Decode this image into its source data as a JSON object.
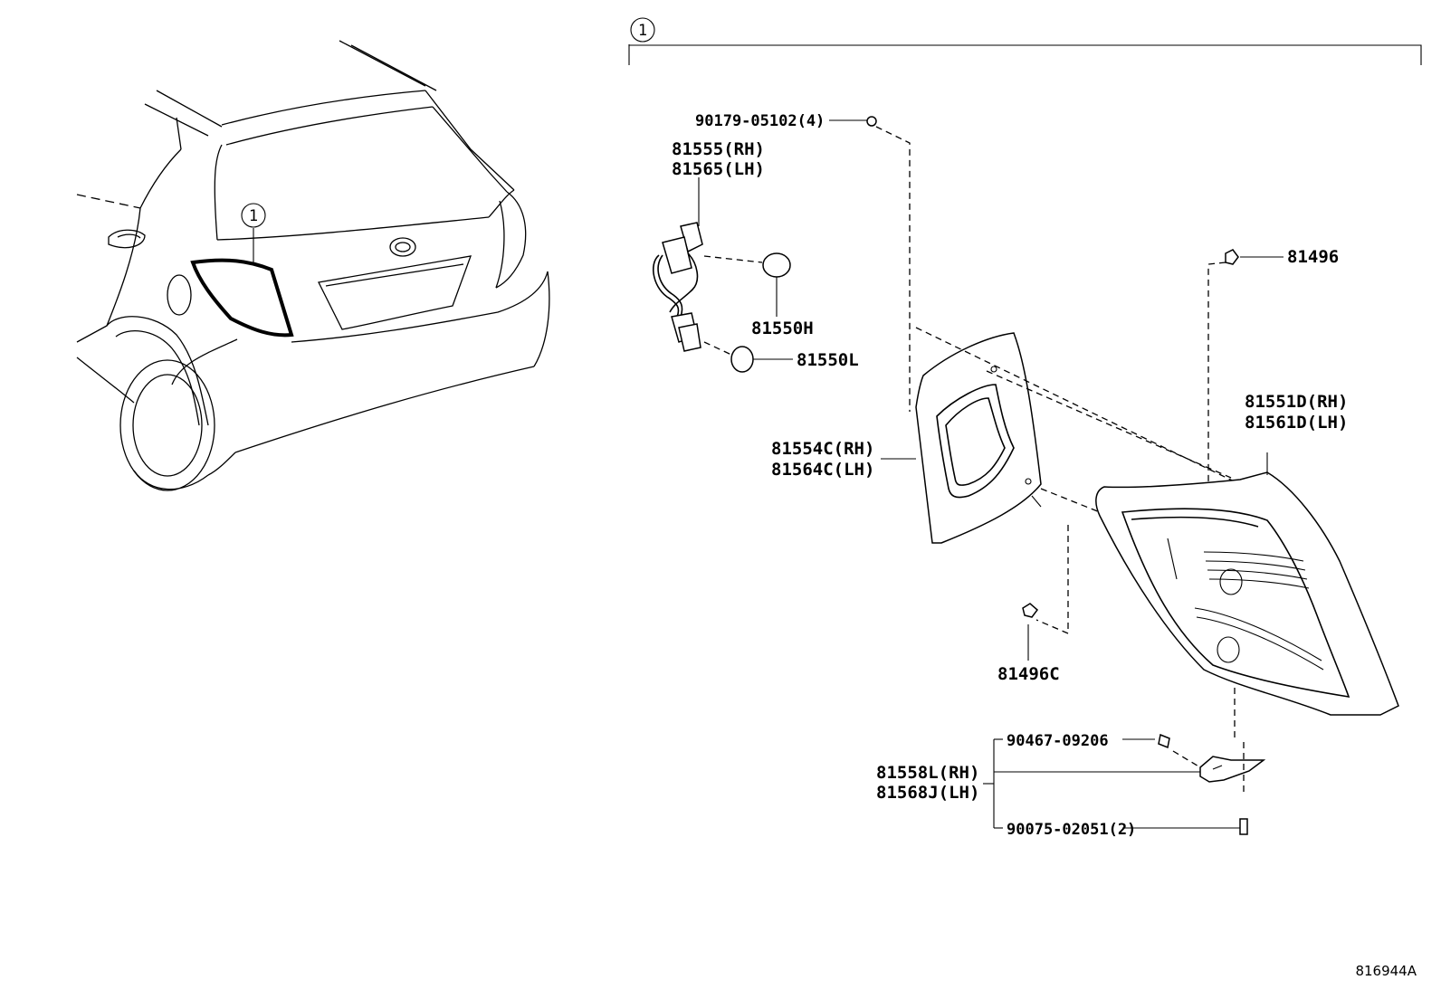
{
  "diagram": {
    "assembly_callout": "1",
    "car_callout": "1",
    "reference_code": "816944A",
    "parts": {
      "screw_top": "90179-05102(4)",
      "socket_rh": "81555(RH)",
      "socket_lh": "81565(LH)",
      "bulb_h": "81550H",
      "bulb_l": "81550L",
      "clip_top": "81496",
      "gasket_rh": "81554C(RH)",
      "gasket_lh": "81564C(LH)",
      "lens_rh": "81551D(RH)",
      "lens_lh": "81561D(LH)",
      "clip_bottom": "81496C",
      "nut": "90467-09206",
      "bracket_rh": "81558L(RH)",
      "bracket_lh": "81568J(LH)",
      "screw_bottom": "90075-02051(2)"
    }
  }
}
